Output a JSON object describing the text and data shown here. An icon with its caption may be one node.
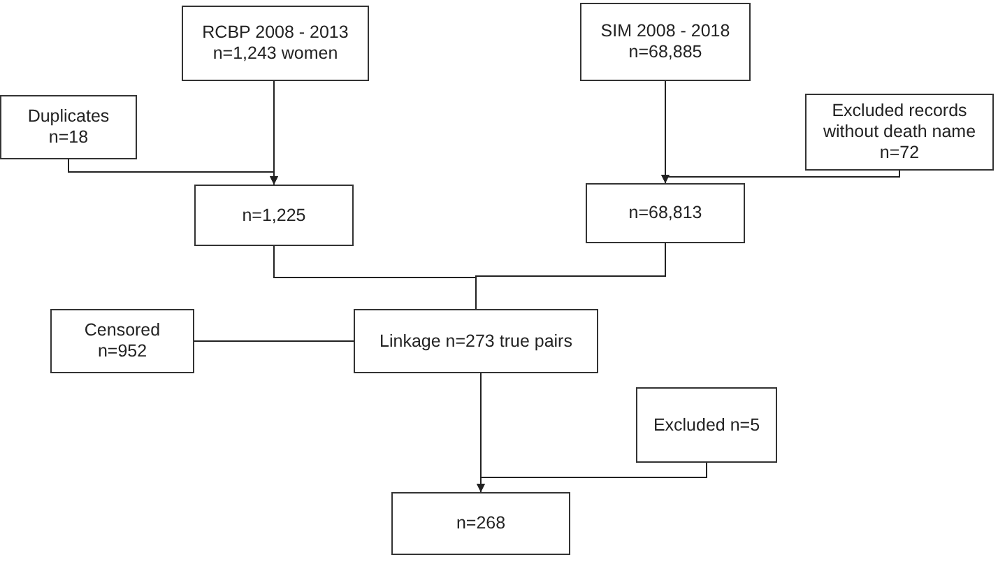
{
  "diagram": {
    "nodes": [
      {
        "text": [
          "RCBP 2008 - 2013 n=1,243 women"
        ]
      },
      {
        "text": [
          "SIM 2008 - 2018 n=68,885"
        ]
      },
      {
        "text": [
          "Duplicates n=18"
        ]
      },
      {
        "text": [
          "Excluded records without death name n=72"
        ]
      },
      {
        "text": [
          "n=1,225"
        ]
      },
      {
        "text": [
          "n=68,813"
        ]
      },
      {
        "text": [
          "Censored n=952"
        ]
      },
      {
        "text": [
          "Linkage n=273 true pairs"
        ]
      },
      {
        "text": [
          "Excluded n=5"
        ]
      },
      {
        "text": [
          "n=268"
        ]
      }
    ],
    "edges": [
      {
        "from": 0,
        "to": 4,
        "arrow": "to"
      },
      {
        "from": 2,
        "to": 4,
        "arrow": "to"
      },
      {
        "from": 1,
        "to": 5,
        "arrow": "to"
      },
      {
        "from": 3,
        "to": 5,
        "arrow": "to"
      },
      {
        "from": 4,
        "to": 7,
        "arrow": "none"
      },
      {
        "from": 5,
        "to": 7,
        "arrow": "none"
      },
      {
        "from": 6,
        "to": 7,
        "arrow": "none"
      },
      {
        "from": 7,
        "to": 9,
        "arrow": "to"
      },
      {
        "from": 8,
        "to": 9,
        "arrow": "to"
      }
    ]
  }
}
